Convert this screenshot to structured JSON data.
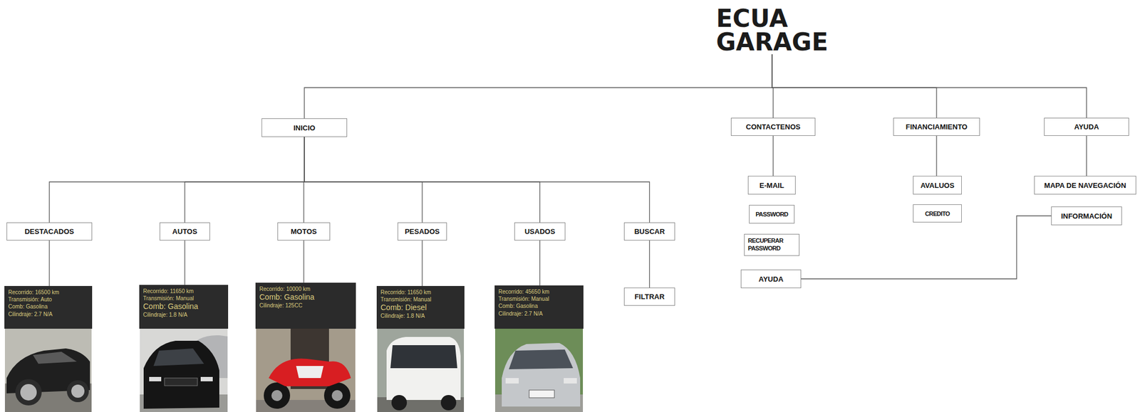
{
  "diagram": {
    "nodes": [
      {
        "text": [
          "ECUA GARAGE"
        ]
      },
      {
        "text": [
          "INICIO"
        ]
      },
      {
        "text": [
          "CONTACTENOS"
        ]
      },
      {
        "text": [
          "FINANCIAMIENTO"
        ]
      },
      {
        "text": [
          "AYUDA"
        ]
      },
      {
        "text": [
          "DESTACADOS"
        ]
      },
      {
        "text": [
          "AUTOS"
        ]
      },
      {
        "text": [
          "MOTOS"
        ]
      },
      {
        "text": [
          "PESADOS"
        ]
      },
      {
        "text": [
          "USADOS"
        ]
      },
      {
        "text": [
          "BUSCAR"
        ]
      },
      {
        "text": [
          "Recorrido: 16500 km",
          "Transmisión: Auto",
          "Comb: Gasolina",
          "Cilindraje: 2.7 N/A"
        ]
      },
      {
        "text": [
          "Recorrido: 11650 km",
          "Transmisión: Manual",
          "Comb: Gasolina",
          "Cilindraje: 1.8 N/A"
        ]
      },
      {
        "text": [
          "Recorrido: 10000 km",
          "Comb: Gasolina",
          "Cilindraje: 125CC"
        ]
      },
      {
        "text": [
          "Recorrido: 11650 km",
          "Transmisión: Manual",
          "Comb: Diesel",
          "Cilindraje: 1.8 N/A"
        ]
      },
      {
        "text": [
          "Recorrido: 45650 km",
          "Transmisión: Manual",
          "Comb: Gasolina",
          "Cilindraje: 2.7 N/A"
        ]
      },
      {
        "text": [
          "FILTRAR"
        ]
      },
      {
        "text": [
          "E-MAIL"
        ]
      },
      {
        "text": [
          "PASSWORD"
        ]
      },
      {
        "text": [
          "RECUPERAR PASSWORD"
        ]
      },
      {
        "text": [
          "AYUDA"
        ]
      },
      {
        "text": [
          "AVALUOS"
        ]
      },
      {
        "text": [
          "CREDITO"
        ]
      },
      {
        "text": [
          "MAPA DE NAVEGACIÓN"
        ]
      },
      {
        "text": [
          "INFORMACIÓN"
        ]
      }
    ],
    "edges": [
      {
        "from": 0,
        "to": 1,
        "arrow": "none"
      },
      {
        "from": 0,
        "to": 2,
        "arrow": "none"
      },
      {
        "from": 0,
        "to": 3,
        "arrow": "none"
      },
      {
        "from": 0,
        "to": 4,
        "arrow": "none"
      },
      {
        "from": 1,
        "to": 5,
        "arrow": "none"
      },
      {
        "from": 1,
        "to": 6,
        "arrow": "none"
      },
      {
        "from": 1,
        "to": 7,
        "arrow": "none"
      },
      {
        "from": 1,
        "to": 8,
        "arrow": "none"
      },
      {
        "from": 1,
        "to": 9,
        "arrow": "none"
      },
      {
        "from": 1,
        "to": 10,
        "arrow": "none"
      },
      {
        "from": 5,
        "to": 11,
        "arrow": "none"
      },
      {
        "from": 6,
        "to": 12,
        "arrow": "none"
      },
      {
        "from": 7,
        "to": 13,
        "arrow": "none"
      },
      {
        "from": 8,
        "to": 14,
        "arrow": "none"
      },
      {
        "from": 9,
        "to": 15,
        "arrow": "none"
      },
      {
        "from": 10,
        "to": 16,
        "arrow": "none"
      },
      {
        "from": 2,
        "to": 17,
        "arrow": "none"
      },
      {
        "from": 3,
        "to": 21,
        "arrow": "none"
      },
      {
        "from": 4,
        "to": 23,
        "arrow": "none"
      },
      {
        "from": 20,
        "to": 24,
        "arrow": "none"
      }
    ]
  }
}
